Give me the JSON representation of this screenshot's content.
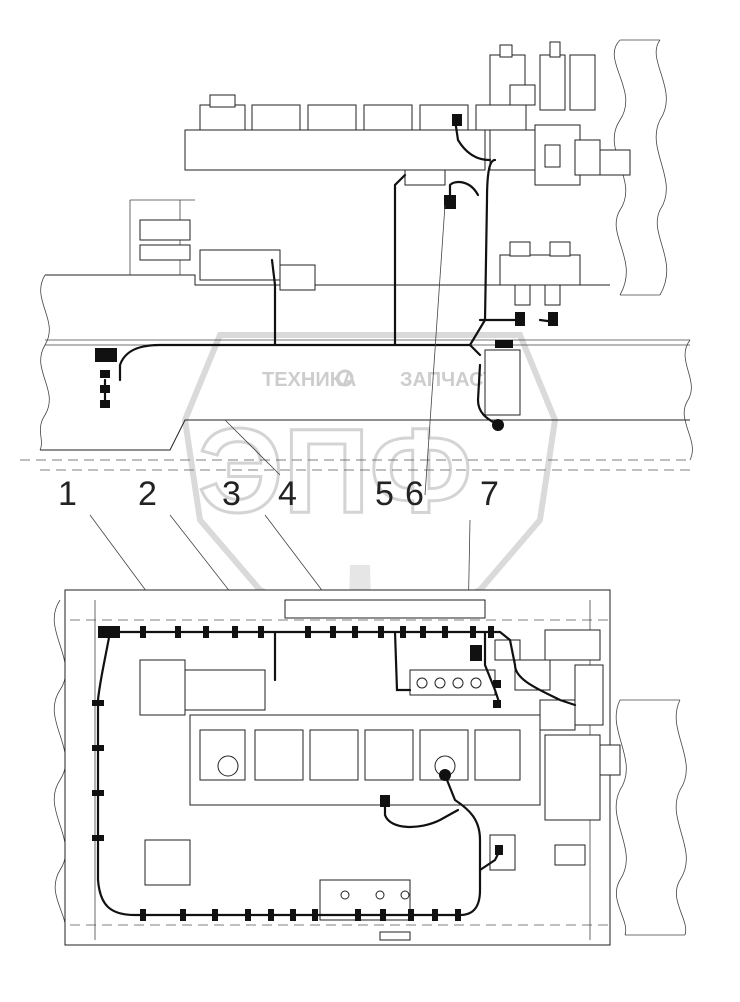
{
  "callouts": [
    {
      "id": "1",
      "label": "1"
    },
    {
      "id": "2",
      "label": "2"
    },
    {
      "id": "3",
      "label": "3"
    },
    {
      "id": "4",
      "label": "4"
    },
    {
      "id": "5",
      "label": "5"
    },
    {
      "id": "6",
      "label": "6"
    },
    {
      "id": "7",
      "label": "7"
    }
  ],
  "watermark": {
    "left_text": "ТЕХНИКА",
    "right_text": "ЗАПЧАСТИ",
    "logo_text": "ЭПФ"
  },
  "colors": {
    "line": "#222222",
    "wire": "#111111",
    "watermark": "#c8c8c8"
  }
}
